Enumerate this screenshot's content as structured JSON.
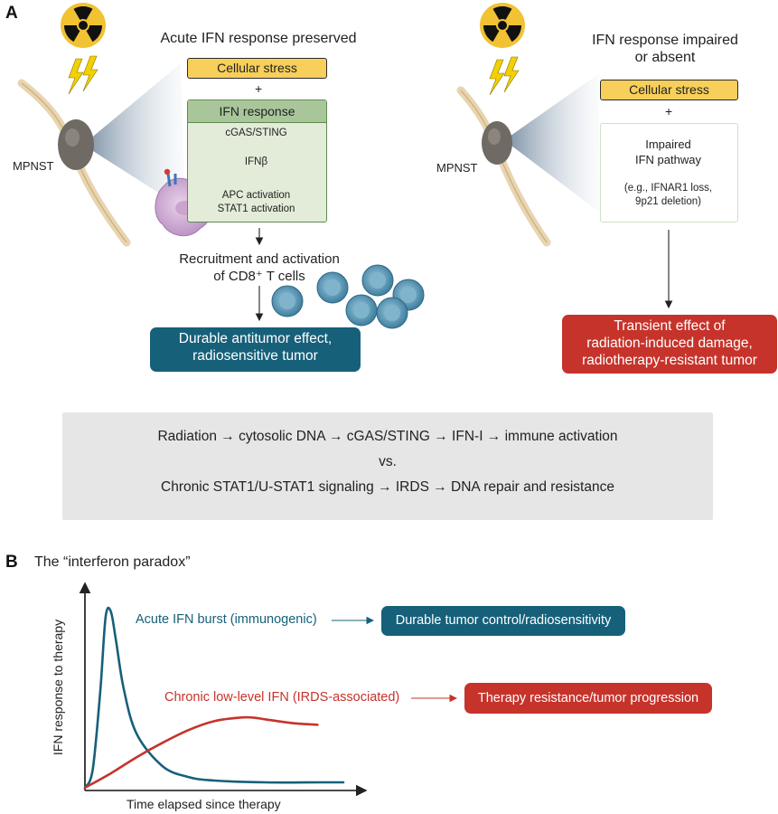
{
  "panel_a": {
    "letter": "A",
    "left": {
      "title": "Acute IFN response preserved",
      "stress": "Cellular stress",
      "plus": "+",
      "ifn_header": "IFN response",
      "steps": [
        "cGAS/STING",
        "IFNβ",
        "APC activation",
        "STAT1 activation"
      ],
      "mpnst": "MPNST",
      "recruit_line1": "Recruitment and activation",
      "recruit_line2": "of CD8⁺ T cells",
      "outcome_line1": "Durable antitumor effect,",
      "outcome_line2": "radiosensitive tumor"
    },
    "right": {
      "title_line1": "IFN response impaired",
      "title_line2": "or absent",
      "stress": "Cellular stress",
      "plus": "+",
      "impaired_line1": "Impaired",
      "impaired_line2": "IFN pathway",
      "example_line1": "(e.g., IFNAR1 loss,",
      "example_line2": "9p21 deletion)",
      "mpnst": "MPNST",
      "outcome_line1": "Transient effect of",
      "outcome_line2": "radiation-induced damage,",
      "outcome_line3": "radiotherapy-resistant tumor"
    },
    "pathway": {
      "line1": "Radiation → cytosolic DNA → cGAS/STING → IFN-I → immune activation",
      "line2": "vs.",
      "line3": "Chronic STAT1/U-STAT1 signaling → IRDS → DNA repair and resistance"
    }
  },
  "panel_b": {
    "letter": "B",
    "title": "The “interferon paradox”",
    "ylabel": "IFN response to therapy",
    "xlabel": "Time elapsed since therapy",
    "acute_label": "Acute IFN burst (immunogenic)",
    "acute_outcome": "Durable tumor control/radiosensitivity",
    "chronic_label": "Chronic low-level IFN (IRDS-associated)",
    "chronic_outcome": "Therapy resistance/tumor progression"
  },
  "colors": {
    "teal": "#16607a",
    "red": "#c6332b",
    "stress_yellow": "#f8cf5a",
    "ifn_green": "#a9c69b",
    "grey_box": "#e6e6e6"
  },
  "chart_data": {
    "type": "line",
    "xlabel": "Time elapsed since therapy",
    "ylabel": "IFN response to therapy",
    "series": [
      {
        "name": "Acute IFN burst (immunogenic)",
        "color": "#16607a",
        "x": [
          0,
          0.03,
          0.06,
          0.08,
          0.1,
          0.12,
          0.15,
          0.2,
          0.3,
          0.4,
          0.5,
          0.7,
          0.9,
          1.0
        ],
        "y": [
          0,
          0.1,
          0.55,
          0.95,
          0.98,
          0.82,
          0.55,
          0.3,
          0.12,
          0.06,
          0.04,
          0.03,
          0.03,
          0.03
        ]
      },
      {
        "name": "Chronic low-level IFN (IRDS-associated)",
        "color": "#c6332b",
        "x": [
          0,
          0.1,
          0.2,
          0.3,
          0.4,
          0.5,
          0.6,
          0.65,
          0.7,
          0.8,
          0.9
        ],
        "y": [
          0,
          0.08,
          0.17,
          0.25,
          0.32,
          0.37,
          0.39,
          0.39,
          0.38,
          0.36,
          0.35
        ]
      }
    ]
  }
}
